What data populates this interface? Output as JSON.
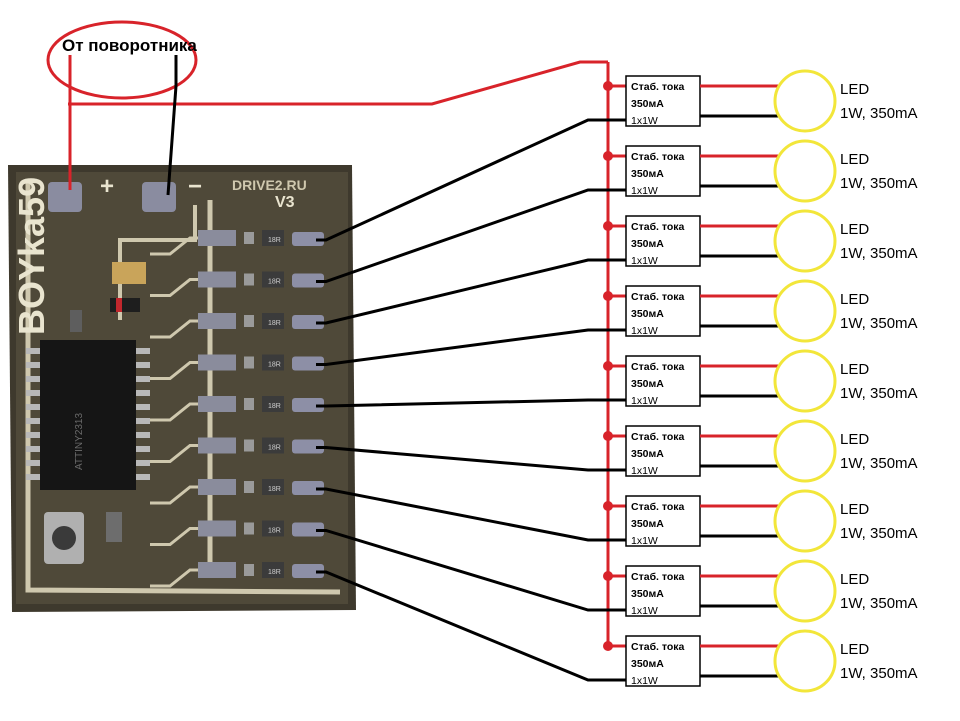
{
  "title_label": "От поворотника",
  "board": {
    "name": "BOYka59",
    "brand": "DRIVE2.RU",
    "version": "V3",
    "plus_sign": "+",
    "minus_sign": "−",
    "resistor_marking": "18R",
    "chip_marking": "ATTINY2313"
  },
  "stabilizer": {
    "line1": "Стаб. тока",
    "line2": "350мА",
    "line3": "1х1W"
  },
  "led": {
    "line1": "LED",
    "line2": "1W, 350mA"
  },
  "channel_count": 9,
  "colors": {
    "positive_wire": "#d8232a",
    "signal_wire": "#000000",
    "led_outline": "#f2e63a",
    "pcb_dark": "#4a4436",
    "pcb_trace": "#e8e2cc",
    "ellipse": "#d8232a"
  }
}
